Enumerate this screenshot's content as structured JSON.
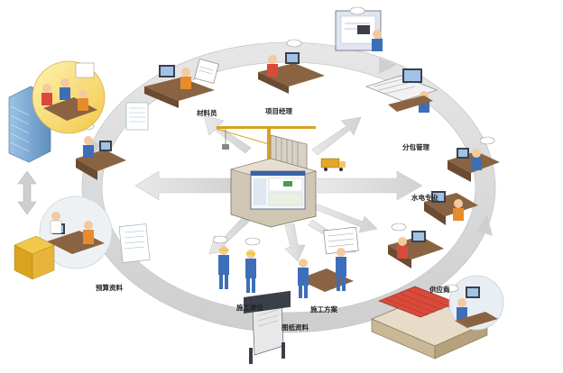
{
  "labels": {
    "materials_clerk": "材料员",
    "project_manager": "项目经理",
    "subcontract_mgmt": "分包管理",
    "water_elec_dept": "水电专业",
    "supplier": "供应商",
    "construction_plan": "施工方案",
    "drawings": "图纸资料",
    "construction_unit": "施工单位",
    "budget_materials": "预算资料"
  },
  "colors": {
    "ring": "#d9d9d9",
    "ring_edge": "#bdbdbd",
    "arrow": "#dcdcdc",
    "skin": "#f3c9a0",
    "shirt_blue": "#3d6fb8",
    "shirt_orange": "#e88b2d",
    "desk": "#7a5a3c",
    "monitor": "#3a3f4a"
  }
}
